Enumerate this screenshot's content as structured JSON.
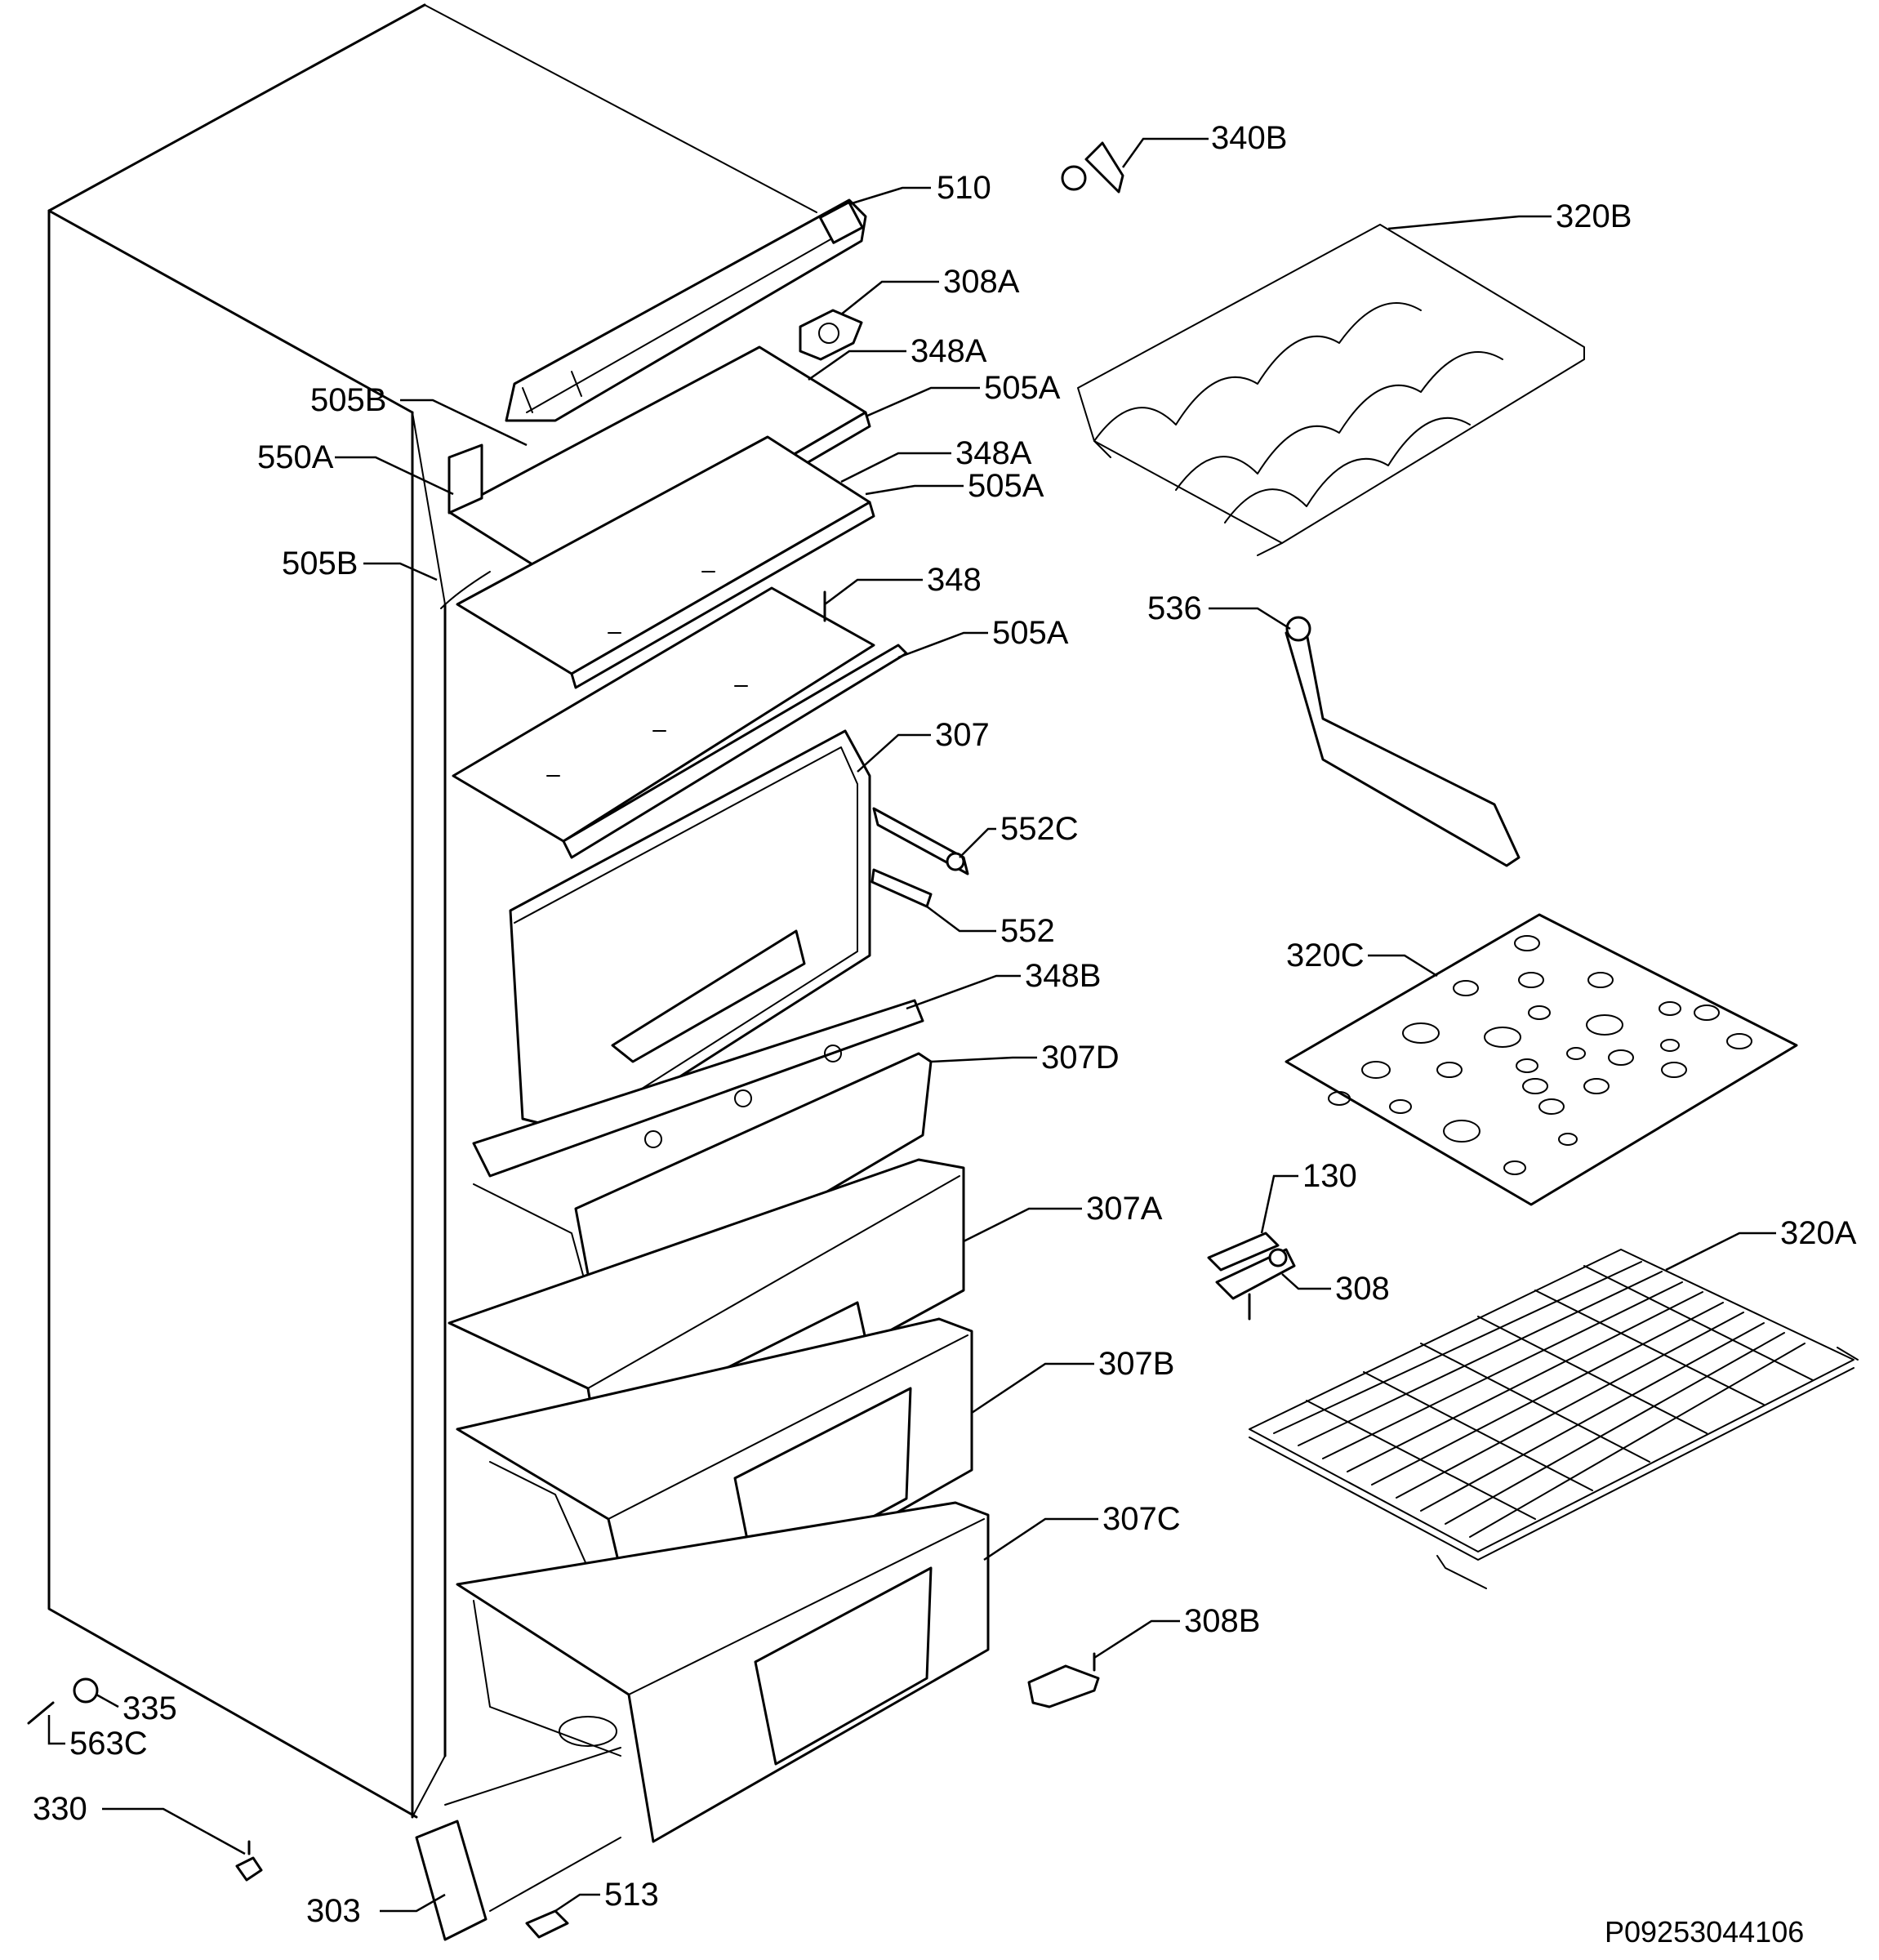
{
  "document_number": "P09253044106",
  "parts": [
    {
      "id": "340b",
      "label": "340B"
    },
    {
      "id": "510",
      "label": "510"
    },
    {
      "id": "320b",
      "label": "320B"
    },
    {
      "id": "308a",
      "label": "308A"
    },
    {
      "id": "348a-1",
      "label": "348A"
    },
    {
      "id": "505b-1",
      "label": "505B"
    },
    {
      "id": "505a-1",
      "label": "505A"
    },
    {
      "id": "550a",
      "label": "550A"
    },
    {
      "id": "348a-2",
      "label": "348A"
    },
    {
      "id": "505a-2",
      "label": "505A"
    },
    {
      "id": "505b-2",
      "label": "505B"
    },
    {
      "id": "348",
      "label": "348"
    },
    {
      "id": "536",
      "label": "536"
    },
    {
      "id": "505a-3",
      "label": "505A"
    },
    {
      "id": "307",
      "label": "307"
    },
    {
      "id": "552c",
      "label": "552C"
    },
    {
      "id": "552",
      "label": "552"
    },
    {
      "id": "320c",
      "label": "320C"
    },
    {
      "id": "348b",
      "label": "348B"
    },
    {
      "id": "307d",
      "label": "307D"
    },
    {
      "id": "130",
      "label": "130"
    },
    {
      "id": "307a",
      "label": "307A"
    },
    {
      "id": "320a",
      "label": "320A"
    },
    {
      "id": "308",
      "label": "308"
    },
    {
      "id": "307b",
      "label": "307B"
    },
    {
      "id": "307c",
      "label": "307C"
    },
    {
      "id": "308b",
      "label": "308B"
    },
    {
      "id": "335",
      "label": "335"
    },
    {
      "id": "563c",
      "label": "563C"
    },
    {
      "id": "330",
      "label": "330"
    },
    {
      "id": "513",
      "label": "513"
    },
    {
      "id": "303",
      "label": "303"
    }
  ]
}
